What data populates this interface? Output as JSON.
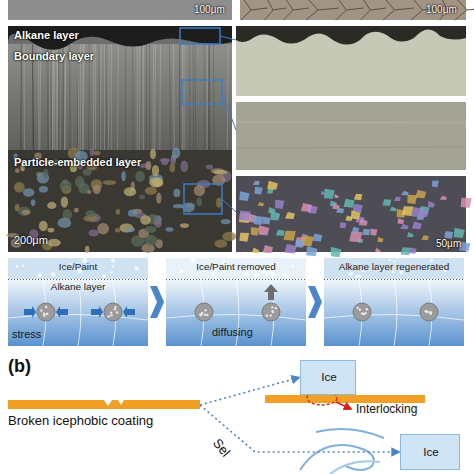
{
  "diagram": {
    "nodes": [
      {
        "text": [
          "Alkane layer",
          "Boundary layer",
          "Particle-embedded layer",
          "200μm"
        ]
      },
      {
        "text": [
          "Ice/Paint",
          "Alkane layer",
          "stress"
        ]
      },
      {
        "text": [
          "Ice/Paint removed",
          "diffusing"
        ]
      },
      {
        "text": [
          "Alkane layer regenerated"
        ]
      },
      {
        "text": [
          "Broken icephobic coating"
        ]
      },
      {
        "text": [
          "Ice"
        ]
      },
      {
        "text": [
          "Ice"
        ]
      }
    ],
    "edges": [
      {
        "from": 1,
        "to": 2,
        "arrow": "to"
      },
      {
        "from": 2,
        "to": 3,
        "arrow": "to"
      },
      {
        "from": 4,
        "to": 5,
        "arrow": "to"
      },
      {
        "from": 4,
        "to": 6,
        "arrow": "to"
      }
    ],
    "labels": [
      "100μm",
      "100μm",
      "50μm",
      "(b)",
      "Interlocking",
      "Sel"
    ]
  }
}
